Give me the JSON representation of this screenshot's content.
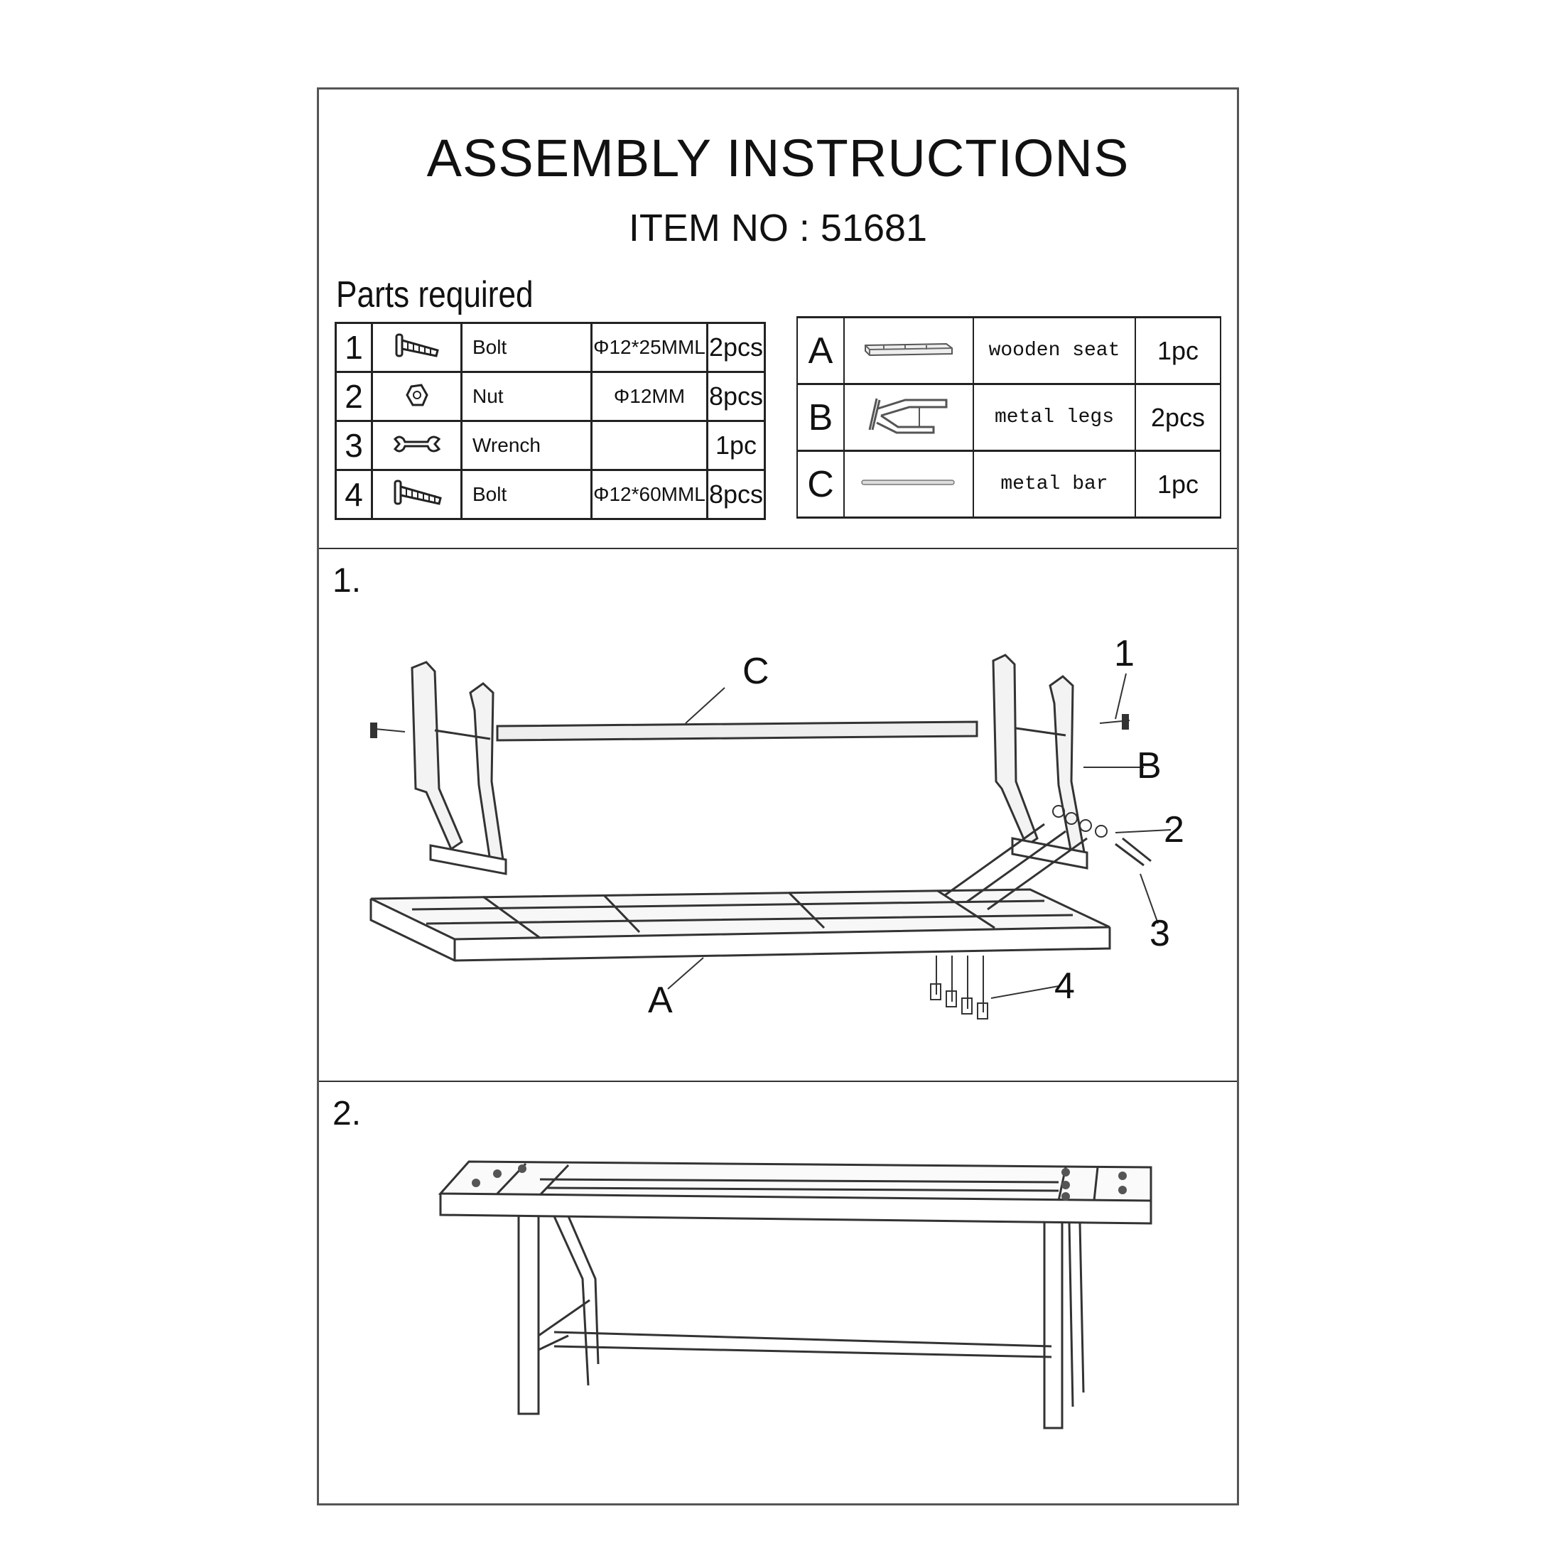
{
  "header": {
    "title": "ASSEMBLY INSTRUCTIONS",
    "item_no": "ITEM NO : 51681"
  },
  "parts_heading": "Parts required",
  "hardware": [
    {
      "no": "1",
      "icon": "bolt-icon",
      "name": "Bolt",
      "spec": "Φ12*25MML",
      "qty": "2pcs"
    },
    {
      "no": "2",
      "icon": "nut-icon",
      "name": "Nut",
      "spec": "Φ12MM",
      "qty": "8pcs"
    },
    {
      "no": "3",
      "icon": "wrench-icon",
      "name": "Wrench",
      "spec": "",
      "qty": "1pc"
    },
    {
      "no": "4",
      "icon": "bolt-icon",
      "name": "Bolt",
      "spec": "Φ12*60MML",
      "qty": "8pcs"
    }
  ],
  "components": [
    {
      "no": "A",
      "icon": "wooden-seat-icon",
      "name": "wooden seat",
      "qty": "1pc"
    },
    {
      "no": "B",
      "icon": "metal-legs-icon",
      "name": "metal legs",
      "qty": "2pcs"
    },
    {
      "no": "C",
      "icon": "metal-bar-icon",
      "name": "metal bar",
      "qty": "1pc"
    }
  ],
  "steps": [
    {
      "number": "1.",
      "labels": {
        "c": "C",
        "one": "1",
        "b": "B",
        "two": "2",
        "three": "3",
        "a": "A",
        "four": "4"
      }
    },
    {
      "number": "2."
    }
  ]
}
